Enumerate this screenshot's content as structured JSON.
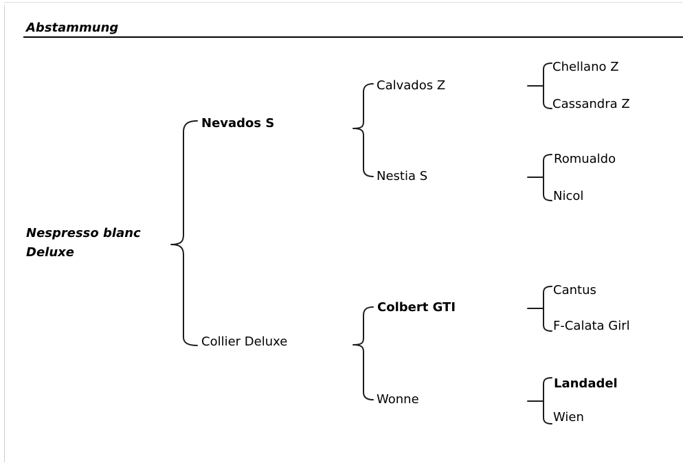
{
  "header": {
    "title": "Abstammung"
  },
  "tree": {
    "name": "Nespresso blanc Deluxe",
    "sire": {
      "name": "Nevados S",
      "sire": {
        "name": "Calvados Z",
        "sire": {
          "name": "Chellano Z"
        },
        "dam": {
          "name": "Cassandra Z"
        }
      },
      "dam": {
        "name": "Nestia S",
        "sire": {
          "name": "Romualdo"
        },
        "dam": {
          "name": "Nicol"
        }
      }
    },
    "dam": {
      "name": "Collier Deluxe",
      "sire": {
        "name": "Colbert GTI",
        "sire": {
          "name": "Cantus"
        },
        "dam": {
          "name": "F-Calata Girl"
        }
      },
      "dam": {
        "name": "Wonne",
        "sire": {
          "name": "Landadel"
        },
        "dam": {
          "name": "Wien"
        }
      }
    }
  },
  "colors": {
    "text": "#000000",
    "line": "#1b1b1b",
    "rule": "#000000",
    "background": "#ffffff"
  }
}
